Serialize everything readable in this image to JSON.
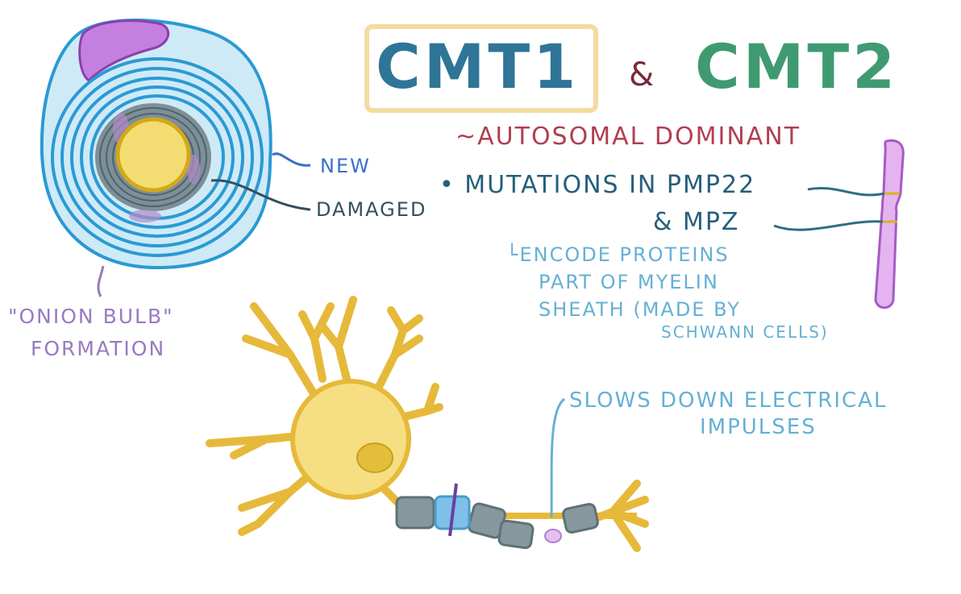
{
  "title": {
    "part1": "CMT1",
    "connector": "&",
    "part2": "CMT2",
    "colors": {
      "cmt1": "#2f7597",
      "cmt2": "#3f9a72",
      "connector": "#7a2838",
      "box": "#f3dca0"
    }
  },
  "inheritance": {
    "text": "~Autosomal Dominant",
    "color": "#b23e52"
  },
  "mutations": {
    "bullet": "•",
    "line1": "Mutations in PMP22",
    "line2": "& MPZ",
    "color": "#255f7b"
  },
  "encode_note": {
    "lines": [
      "└Encode Proteins",
      "Part of Myelin",
      "Sheath (made by",
      "Schwann cells)"
    ],
    "color": "#65b0d4"
  },
  "onion_bulb": {
    "label_new": "New",
    "label_damaged": "Damaged",
    "caption_line1": "\"Onion Bulb\"",
    "caption_line2": "Formation",
    "colors": {
      "new": "#3b6fc8",
      "damaged": "#34505e",
      "caption": "#9a7abf"
    }
  },
  "neuron_note": {
    "line1": "Slows down electrical",
    "line2": "impulses",
    "color": "#65b0d4"
  },
  "chromosome": {
    "color": "#e4b3f0",
    "band_color": "#e0b020"
  }
}
